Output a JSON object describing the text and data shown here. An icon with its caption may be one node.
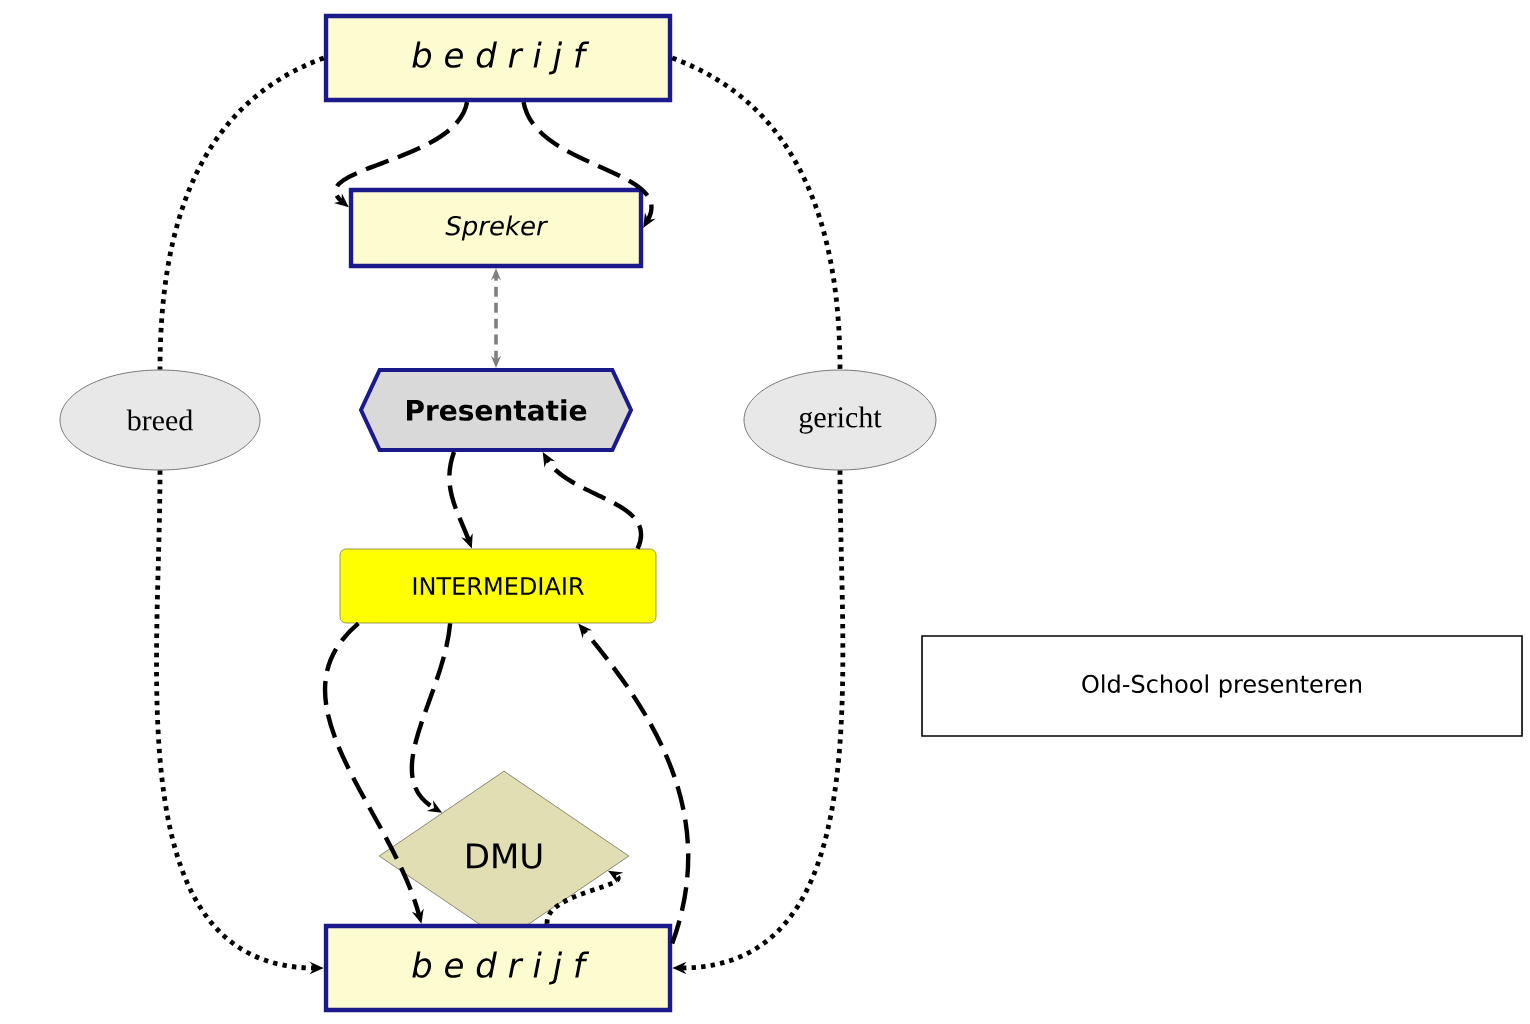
{
  "diagram": {
    "nodes": [
      {
        "text": [
          "b e d r i j f"
        ]
      },
      {
        "text": [
          "Spreker"
        ]
      },
      {
        "text": [
          "Presentatie"
        ]
      },
      {
        "text": [
          "breed"
        ]
      },
      {
        "text": [
          "gericht"
        ]
      },
      {
        "text": [
          "INTERMEDIAIR"
        ]
      },
      {
        "text": [
          "DMU"
        ]
      },
      {
        "text": [
          "b e d r i j f"
        ]
      },
      {
        "text": [
          "Old-School presenteren"
        ]
      }
    ],
    "edges": [
      {
        "from": 0,
        "to": 1,
        "arrow": "to",
        "style": "dashed"
      },
      {
        "from": 0,
        "to": 1,
        "arrow": "to",
        "style": "dashed"
      },
      {
        "from": 2,
        "to": 1,
        "arrow": "both",
        "style": "dashed",
        "color": "#7f7f7f"
      },
      {
        "from": 2,
        "to": 5,
        "arrow": "to",
        "style": "dashed"
      },
      {
        "from": 5,
        "to": 2,
        "arrow": "to",
        "style": "dashed"
      },
      {
        "from": 5,
        "to": 7,
        "arrow": "to",
        "style": "dashed"
      },
      {
        "from": 5,
        "to": 6,
        "arrow": "to",
        "style": "dashed"
      },
      {
        "from": 7,
        "to": 5,
        "arrow": "to",
        "style": "dashed"
      },
      {
        "from": 7,
        "to": 6,
        "arrow": "to"
      },
      {
        "from": 0,
        "to": 3,
        "arrow": "none"
      },
      {
        "from": 3,
        "to": 7,
        "arrow": "to"
      },
      {
        "from": 0,
        "to": 4,
        "arrow": "none"
      },
      {
        "from": 4,
        "to": 7,
        "arrow": "to"
      }
    ]
  }
}
